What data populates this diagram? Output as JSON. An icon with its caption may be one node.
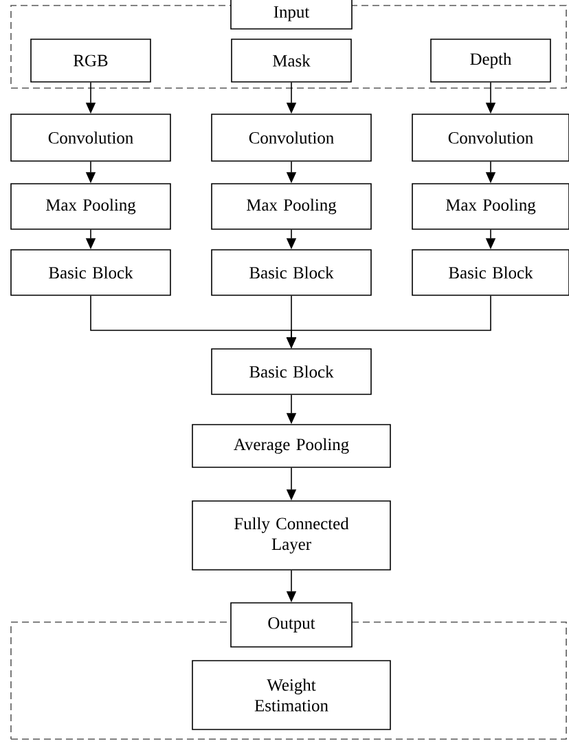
{
  "diagram": {
    "nodes": [
      {
        "text": [
          "Input"
        ]
      },
      {
        "text": [],
        "shape": "box"
      },
      {
        "text": [
          "RGB"
        ],
        "in": 1
      },
      {
        "text": [
          "Mask"
        ],
        "in": 1
      },
      {
        "text": [
          "Depth"
        ],
        "in": 1
      },
      {
        "text": [
          "Convolution"
        ]
      },
      {
        "text": [
          "Convolution"
        ]
      },
      {
        "text": [
          "Convolution"
        ]
      },
      {
        "text": [
          "Max Pooling"
        ]
      },
      {
        "text": [
          "Max Pooling"
        ]
      },
      {
        "text": [
          "Max Pooling"
        ]
      },
      {
        "text": [
          "Basic Block"
        ]
      },
      {
        "text": [
          "Basic Block"
        ]
      },
      {
        "text": [
          "Basic Block"
        ]
      },
      {
        "text": [
          "Basic Block"
        ]
      },
      {
        "text": [
          "Average Pooling"
        ]
      },
      {
        "text": [
          "Fully Connected Layer"
        ]
      },
      {
        "text": [
          "Output"
        ]
      },
      {
        "text": [],
        "shape": "box"
      },
      {
        "text": [
          "Weight Estimation"
        ],
        "in": 18
      }
    ],
    "edges": [
      {
        "from": 2,
        "to": 5,
        "arrow": "to"
      },
      {
        "from": 3,
        "to": 6,
        "arrow": "to"
      },
      {
        "from": 4,
        "to": 7,
        "arrow": "to"
      },
      {
        "from": 5,
        "to": 8,
        "arrow": "to"
      },
      {
        "from": 6,
        "to": 9,
        "arrow": "to"
      },
      {
        "from": 7,
        "to": 10,
        "arrow": "to"
      },
      {
        "from": 8,
        "to": 11,
        "arrow": "to"
      },
      {
        "from": 9,
        "to": 12,
        "arrow": "to"
      },
      {
        "from": 10,
        "to": 13,
        "arrow": "to"
      },
      {
        "from": 11,
        "to": 14,
        "arrow": "to"
      },
      {
        "from": 12,
        "to": 14,
        "arrow": "to"
      },
      {
        "from": 13,
        "to": 14,
        "arrow": "to"
      },
      {
        "from": 14,
        "to": 15,
        "arrow": "to"
      },
      {
        "from": 15,
        "to": 16,
        "arrow": "to"
      },
      {
        "from": 16,
        "to": 17,
        "arrow": "to"
      }
    ]
  }
}
